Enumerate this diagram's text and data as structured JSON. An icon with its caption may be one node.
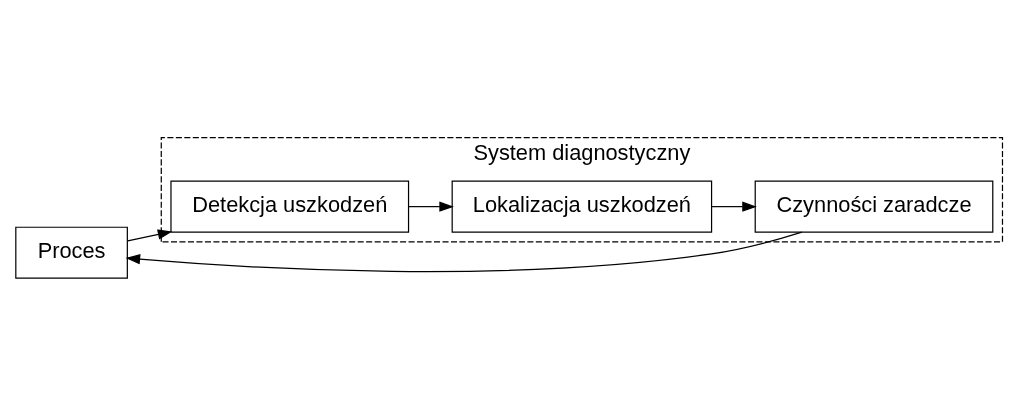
{
  "diagram": {
    "nodes": [
      {
        "text": [
          "System diagnostyczny"
        ]
      },
      {
        "text": [
          "Proces"
        ]
      },
      {
        "text": [
          "Detekcja uszkodzeń"
        ],
        "in": 0
      },
      {
        "text": [
          "Lokalizacja uszkodzeń"
        ],
        "in": 0
      },
      {
        "text": [
          "Czynności zaradcze"
        ],
        "in": 0
      }
    ],
    "edges": [
      {
        "from": 1,
        "to": 2,
        "arrow": "to"
      },
      {
        "from": 2,
        "to": 3,
        "arrow": "to"
      },
      {
        "from": 3,
        "to": 4,
        "arrow": "to"
      },
      {
        "from": 4,
        "to": 1,
        "arrow": "to"
      }
    ]
  }
}
